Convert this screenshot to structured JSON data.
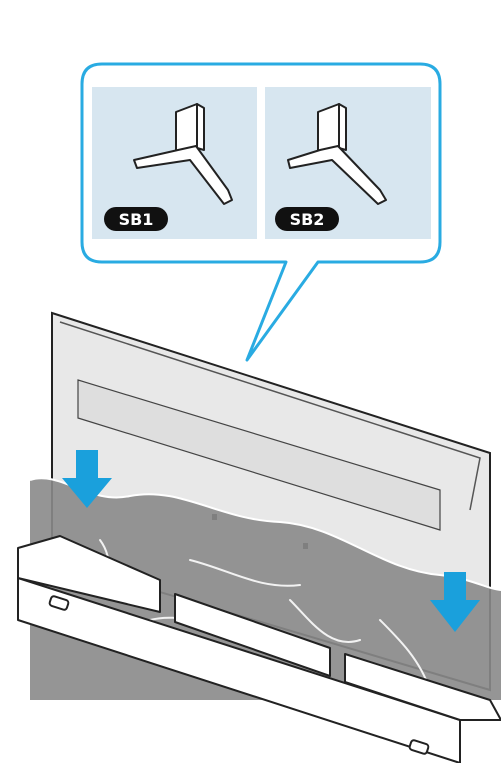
{
  "callout": {
    "panels": [
      {
        "badge": "SB1",
        "icon": "tv-stand-leg-icon"
      },
      {
        "badge": "SB2",
        "icon": "tv-stand-leg-icon"
      }
    ]
  },
  "colors": {
    "callout_border": "#29abe2",
    "panel_fill": "#d7e6f0",
    "badge_fill": "#111111",
    "arrow": "#1aa0dc",
    "tv_back": "#e8e8e8",
    "protective_bag": "#8a8a8a",
    "outline": "#222222"
  },
  "arrows": [
    {
      "icon": "down-arrow-icon",
      "direction": "down"
    },
    {
      "icon": "down-arrow-icon",
      "direction": "down"
    }
  ]
}
